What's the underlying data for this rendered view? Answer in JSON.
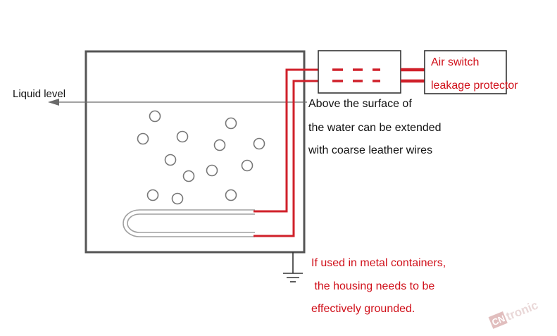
{
  "labels": {
    "liquid_level": "Liquid level",
    "air_switch": "Air switch",
    "leakage_protector": "leakage protector",
    "above_line1": "Above the surface of",
    "above_line2": "the water can be extended",
    "above_line3": "with coarse leather wires",
    "metal_line1": "If used in metal containers,",
    "metal_line2": " the housing needs to be",
    "metal_line3": "effectively grounded."
  },
  "watermark": {
    "logo_text_cn": "CN",
    "logo_text_rest": "tronic"
  },
  "colors": {
    "wire": "#d0202a",
    "outline": "#555555",
    "text_dark": "#111111",
    "text_red": "#d0101a",
    "bubble": "#777777",
    "heater_tube": "#a0a0a0",
    "watermark": "#d8b8b8"
  }
}
